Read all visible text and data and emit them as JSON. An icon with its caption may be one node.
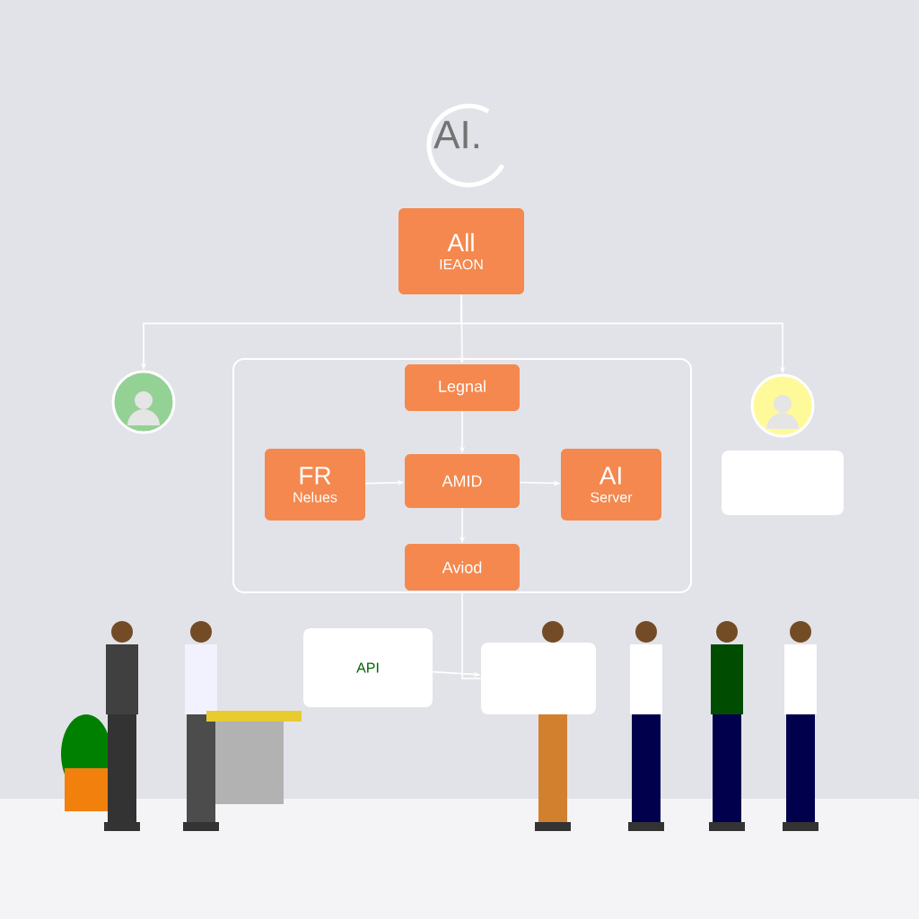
{
  "diagram": {
    "nodes": [
      {
        "text": [
          "All",
          "IEAON"
        ]
      },
      {
        "text": [],
        "shape": "box"
      },
      {
        "text": [
          "Legnal"
        ],
        "in": 1
      },
      {
        "text": [
          "FR",
          "Nelues"
        ],
        "in": 1
      },
      {
        "text": [
          "AMID"
        ],
        "in": 1
      },
      {
        "text": [
          "AI",
          "Server"
        ],
        "in": 1
      },
      {
        "text": [
          "Aviod"
        ],
        "in": 1
      },
      {
        "text": [],
        "shape": "person"
      },
      {
        "text": [],
        "shape": "person"
      },
      {
        "text": [],
        "shape": "box"
      },
      {
        "text": [
          "API"
        ]
      },
      {
        "text": [],
        "shape": "box"
      }
    ],
    "edges": [
      {
        "from": 0,
        "to": 2,
        "arrow": "to"
      },
      {
        "from": 0,
        "to": 7,
        "arrow": "to"
      },
      {
        "from": 0,
        "to": 8,
        "arrow": "to"
      },
      {
        "from": 2,
        "to": 4,
        "arrow": "to"
      },
      {
        "from": 3,
        "to": 4,
        "arrow": "to"
      },
      {
        "from": 4,
        "to": 5,
        "arrow": "to"
      },
      {
        "from": 4,
        "to": 6,
        "arrow": "to"
      },
      {
        "from": 6,
        "to": 11,
        "arrow": "none"
      },
      {
        "from": 10,
        "to": 11,
        "arrow": "to"
      }
    ],
    "labels": [
      "AI."
    ]
  }
}
